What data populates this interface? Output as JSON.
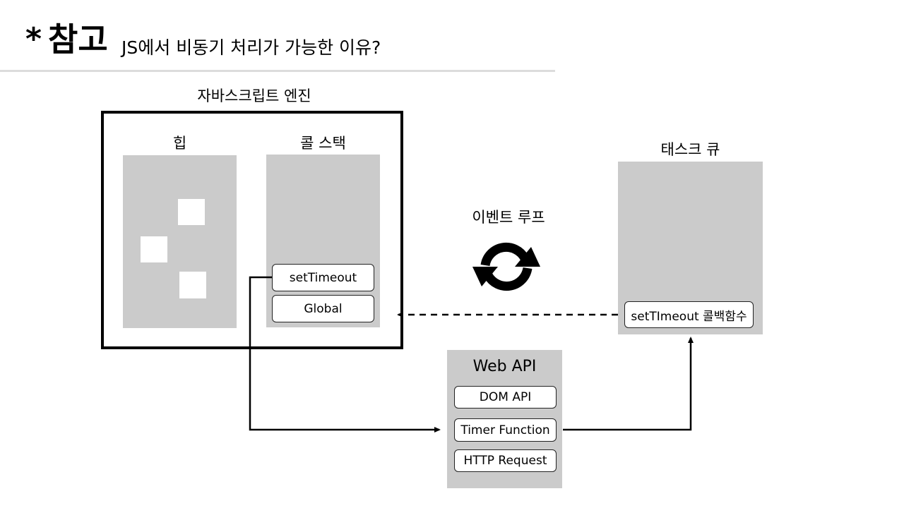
{
  "title": {
    "star": "*",
    "main": "참고",
    "subtitle": "JS에서 비동기 처리가 가능한 이유?"
  },
  "engine": {
    "label": "자바스크립트 엔진",
    "heap": {
      "label": "힙"
    },
    "call_stack": {
      "label": "콜 스택",
      "frames": [
        "setTimeout",
        "Global"
      ]
    }
  },
  "event_loop": {
    "label": "이벤트 루프",
    "icon": "refresh-icon"
  },
  "task_queue": {
    "label": "태스크 큐",
    "items": [
      "setTImeout 콜백함수"
    ]
  },
  "web_api": {
    "label": "Web API",
    "items": [
      "DOM API",
      "Timer Function",
      "HTTP Request"
    ]
  }
}
